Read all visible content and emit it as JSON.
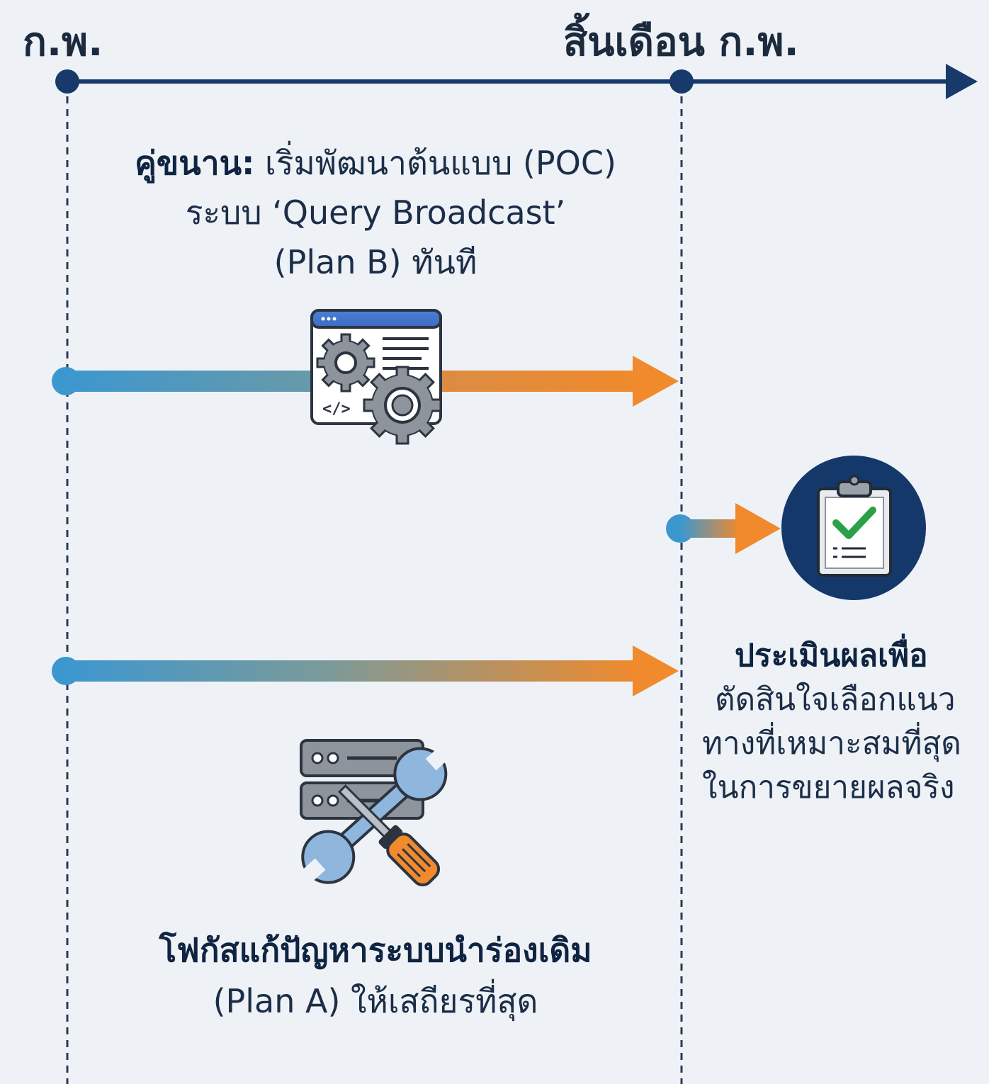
{
  "timeline": {
    "start_label": "ก.พ.",
    "end_label": "สิ้นเดือน ก.พ."
  },
  "plan_b": {
    "title_bold": "คู่ขนาน:",
    "title_rest": " เริ่มพัฒนาต้นแบบ (POC)",
    "line2": "ระบบ ‘Query Broadcast’",
    "line3": "(Plan B) ทันที",
    "icon": "code-settings-window-icon"
  },
  "plan_a": {
    "line1": "โฟกัสแก้ปัญหาระบบนำร่องเดิม",
    "line2": "(Plan A) ให้เสถียรที่สุด",
    "icon": "server-tools-icon"
  },
  "evaluation": {
    "title_bold": "ประเมินผลเพื่อ",
    "line2": "ตัดสินใจเลือกแนว",
    "line3": "ทางที่เหมาะสมที่สุด",
    "line4": "ในการขยายผลจริง",
    "icon": "clipboard-check-icon"
  },
  "colors": {
    "timeline": "#173a6b",
    "arrow_start": "#3d97cf",
    "arrow_end": "#f08a2c",
    "badge": "#15386b",
    "background": "#eef2f7"
  }
}
